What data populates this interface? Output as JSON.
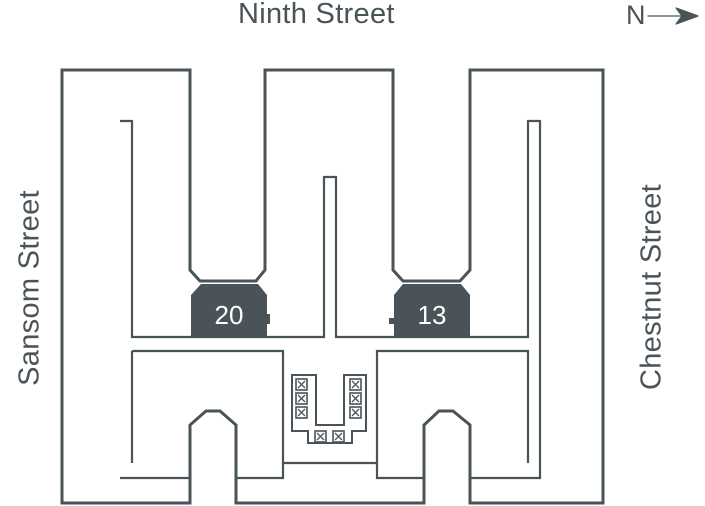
{
  "streets": {
    "top": "Ninth Street",
    "left": "Sansom Street",
    "right": "Chestnut Street"
  },
  "compass": {
    "letter": "N",
    "icon": "north-arrow-icon"
  },
  "units": [
    {
      "label": "20"
    },
    {
      "label": "13"
    }
  ],
  "colors": {
    "outline": "#4a5358",
    "badge_fill": "#4a5358",
    "badge_text": "#ffffff",
    "background": "#ffffff"
  }
}
